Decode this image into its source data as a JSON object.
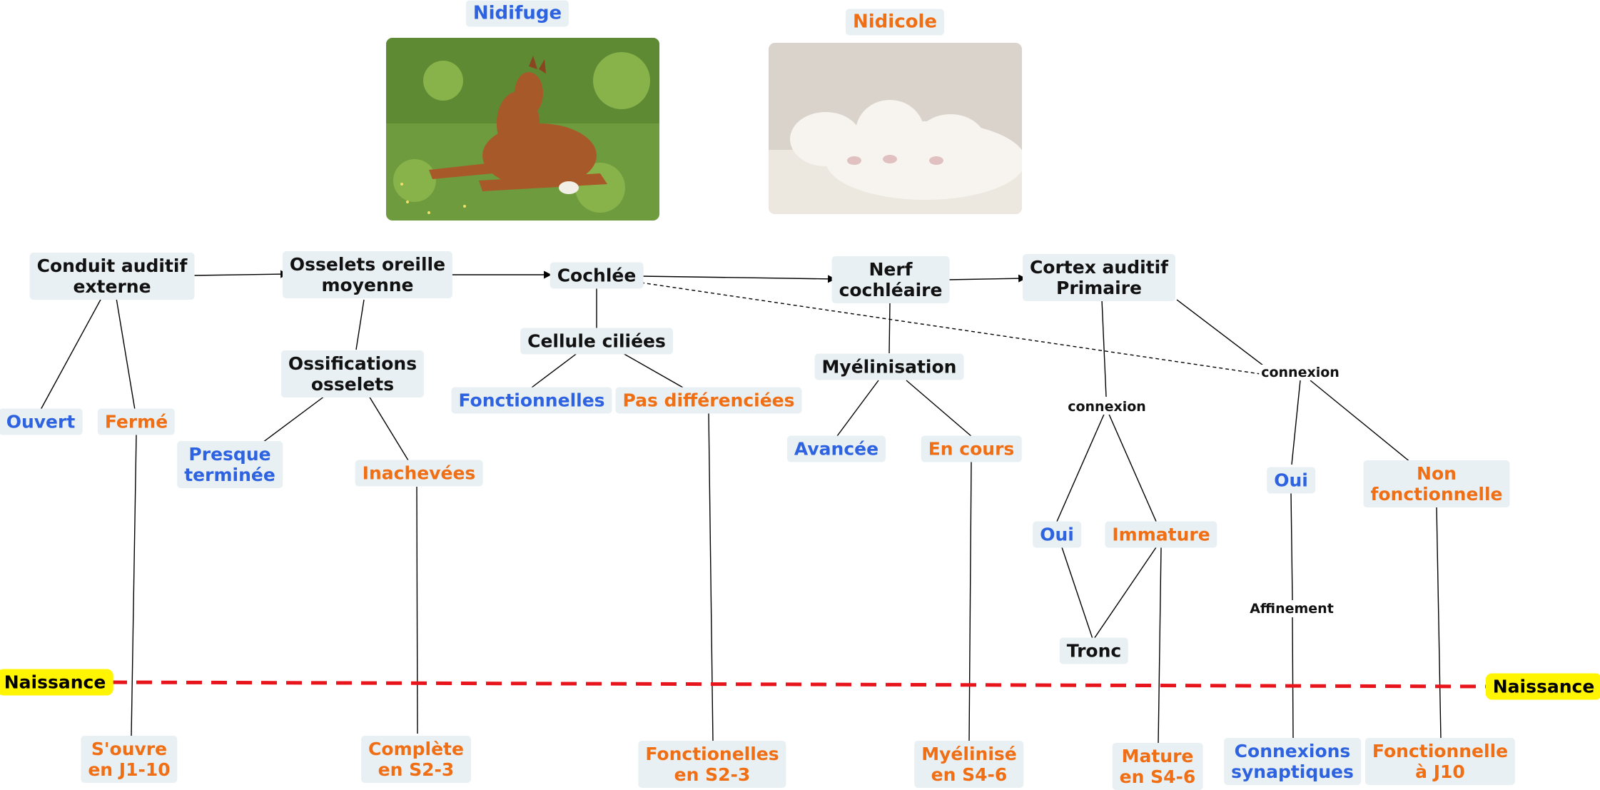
{
  "titles": {
    "nidifuge": "Nidifuge",
    "nidicole": "Nidicole"
  },
  "images": {
    "nidifuge": "foal-lying-in-grass-photo",
    "nidicole": "three-newborn-puppies-photo"
  },
  "colors": {
    "nidifuge": "#2d62e0",
    "nidicole": "#f06e14",
    "birth_line": "#e8141c",
    "birth_label_bg": "#fff500"
  },
  "chain": {
    "conduit": [
      "Conduit auditif",
      "externe"
    ],
    "osselets": [
      "Osselets oreille",
      "moyenne"
    ],
    "cochlee": [
      "Cochlée"
    ],
    "nerf": [
      "Nerf",
      "cochléaire"
    ],
    "cortex": [
      "Cortex auditif",
      "Primaire"
    ]
  },
  "sub": {
    "ossifications": [
      "Ossifications",
      "osselets"
    ],
    "cellules": [
      "Cellule ciliées"
    ],
    "myelinisation": [
      "Myélinisation"
    ],
    "tronc": [
      "Tronc"
    ]
  },
  "at_birth": {
    "conduit": {
      "nidifuge": [
        "Ouvert"
      ],
      "nidicole": [
        "Fermé"
      ]
    },
    "ossifications": {
      "nidifuge": [
        "Presque",
        "terminée"
      ],
      "nidicole": [
        "Inachevées"
      ]
    },
    "cellules": {
      "nidifuge": [
        "Fonctionnelles"
      ],
      "nidicole": [
        "Pas différenciées"
      ]
    },
    "myelinisation": {
      "nidifuge": [
        "Avancée"
      ],
      "nidicole": [
        "En cours"
      ]
    },
    "cortex_tronc": {
      "nidifuge": [
        "Oui"
      ],
      "nidicole": [
        "Immature"
      ]
    },
    "cortex_cochlee": {
      "nidifuge": [
        "Oui"
      ],
      "nidicole": [
        "Non",
        "fonctionnelle"
      ]
    }
  },
  "later": {
    "conduit": [
      "S'ouvre",
      "en J1-10"
    ],
    "ossifications": [
      "Complète",
      "en S2-3"
    ],
    "cellules": [
      "Fonctionelles",
      "en S2-3"
    ],
    "myelinisation": [
      "Myélinisé",
      "en S4-6"
    ],
    "cortex_tronc": [
      "Mature",
      "en S4-6"
    ],
    "cortex_cochlee_nidifuge": [
      "Connexions",
      "synaptiques"
    ],
    "cortex_cochlee_nidicole": [
      "Fonctionnelle",
      "à J10"
    ]
  },
  "link_labels": {
    "connexion_tronc": "connexion",
    "connexion_cochlee": "connexion",
    "affinement": "Affinement"
  },
  "birth": {
    "left": "Naissance",
    "right": "Naissance"
  }
}
